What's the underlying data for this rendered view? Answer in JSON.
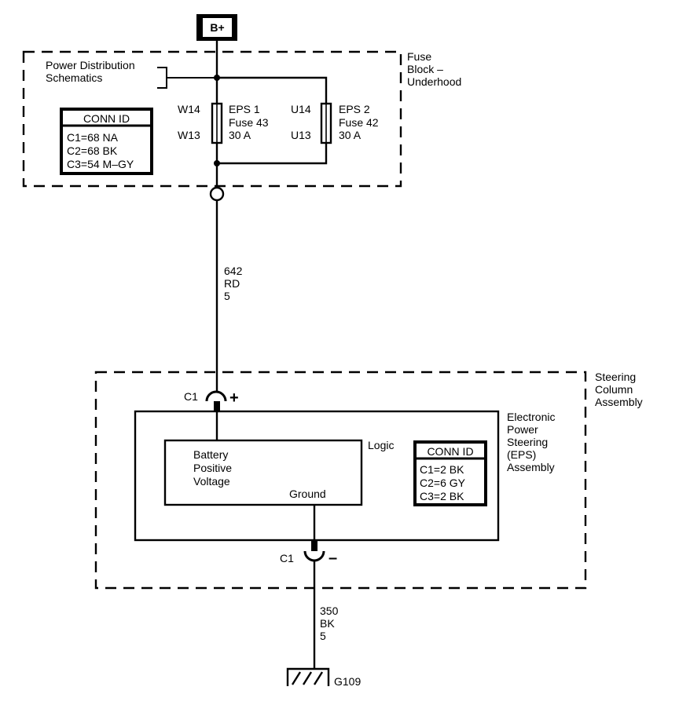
{
  "battery": {
    "label": "B+"
  },
  "fuse_block": {
    "name_lines": [
      "Fuse",
      "Block –",
      "Underhood"
    ],
    "power_distribution_lines": [
      "Power Distribution",
      "Schematics"
    ],
    "conn_id": {
      "header": "CONN ID",
      "rows": [
        "C1=68 NA",
        "C2=68 BK",
        "C3=54 M–GY"
      ]
    },
    "fuse1": {
      "top_terminal": "W14",
      "bottom_terminal": "W13",
      "name": "EPS 1",
      "fuse": "Fuse 43",
      "rating": "30 A"
    },
    "fuse2": {
      "top_terminal": "U14",
      "bottom_terminal": "U13",
      "name": "EPS 2",
      "fuse": "Fuse 42",
      "rating": "30 A"
    }
  },
  "wire_supply": {
    "circuit": "642",
    "color": "RD",
    "gauge": "5"
  },
  "steering_column": {
    "name_lines": [
      "Steering",
      "Column",
      "Assembly"
    ],
    "connector_top": {
      "label": "C1",
      "polarity": "+"
    },
    "connector_bottom": {
      "label": "C1",
      "polarity": "–"
    },
    "eps_module": {
      "name_lines": [
        "Electronic",
        "Power",
        "Steering",
        "(EPS)",
        "Assembly"
      ],
      "logic_label": "Logic",
      "battery_lines": [
        "Battery",
        "Positive",
        "Voltage"
      ],
      "ground_label": "Ground",
      "conn_id": {
        "header": "CONN ID",
        "rows": [
          "C1=2 BK",
          "C2=6 GY",
          "C3=2 BK"
        ]
      }
    }
  },
  "wire_ground": {
    "circuit": "350",
    "color": "BK",
    "gauge": "5"
  },
  "ground": {
    "label": "G109"
  }
}
